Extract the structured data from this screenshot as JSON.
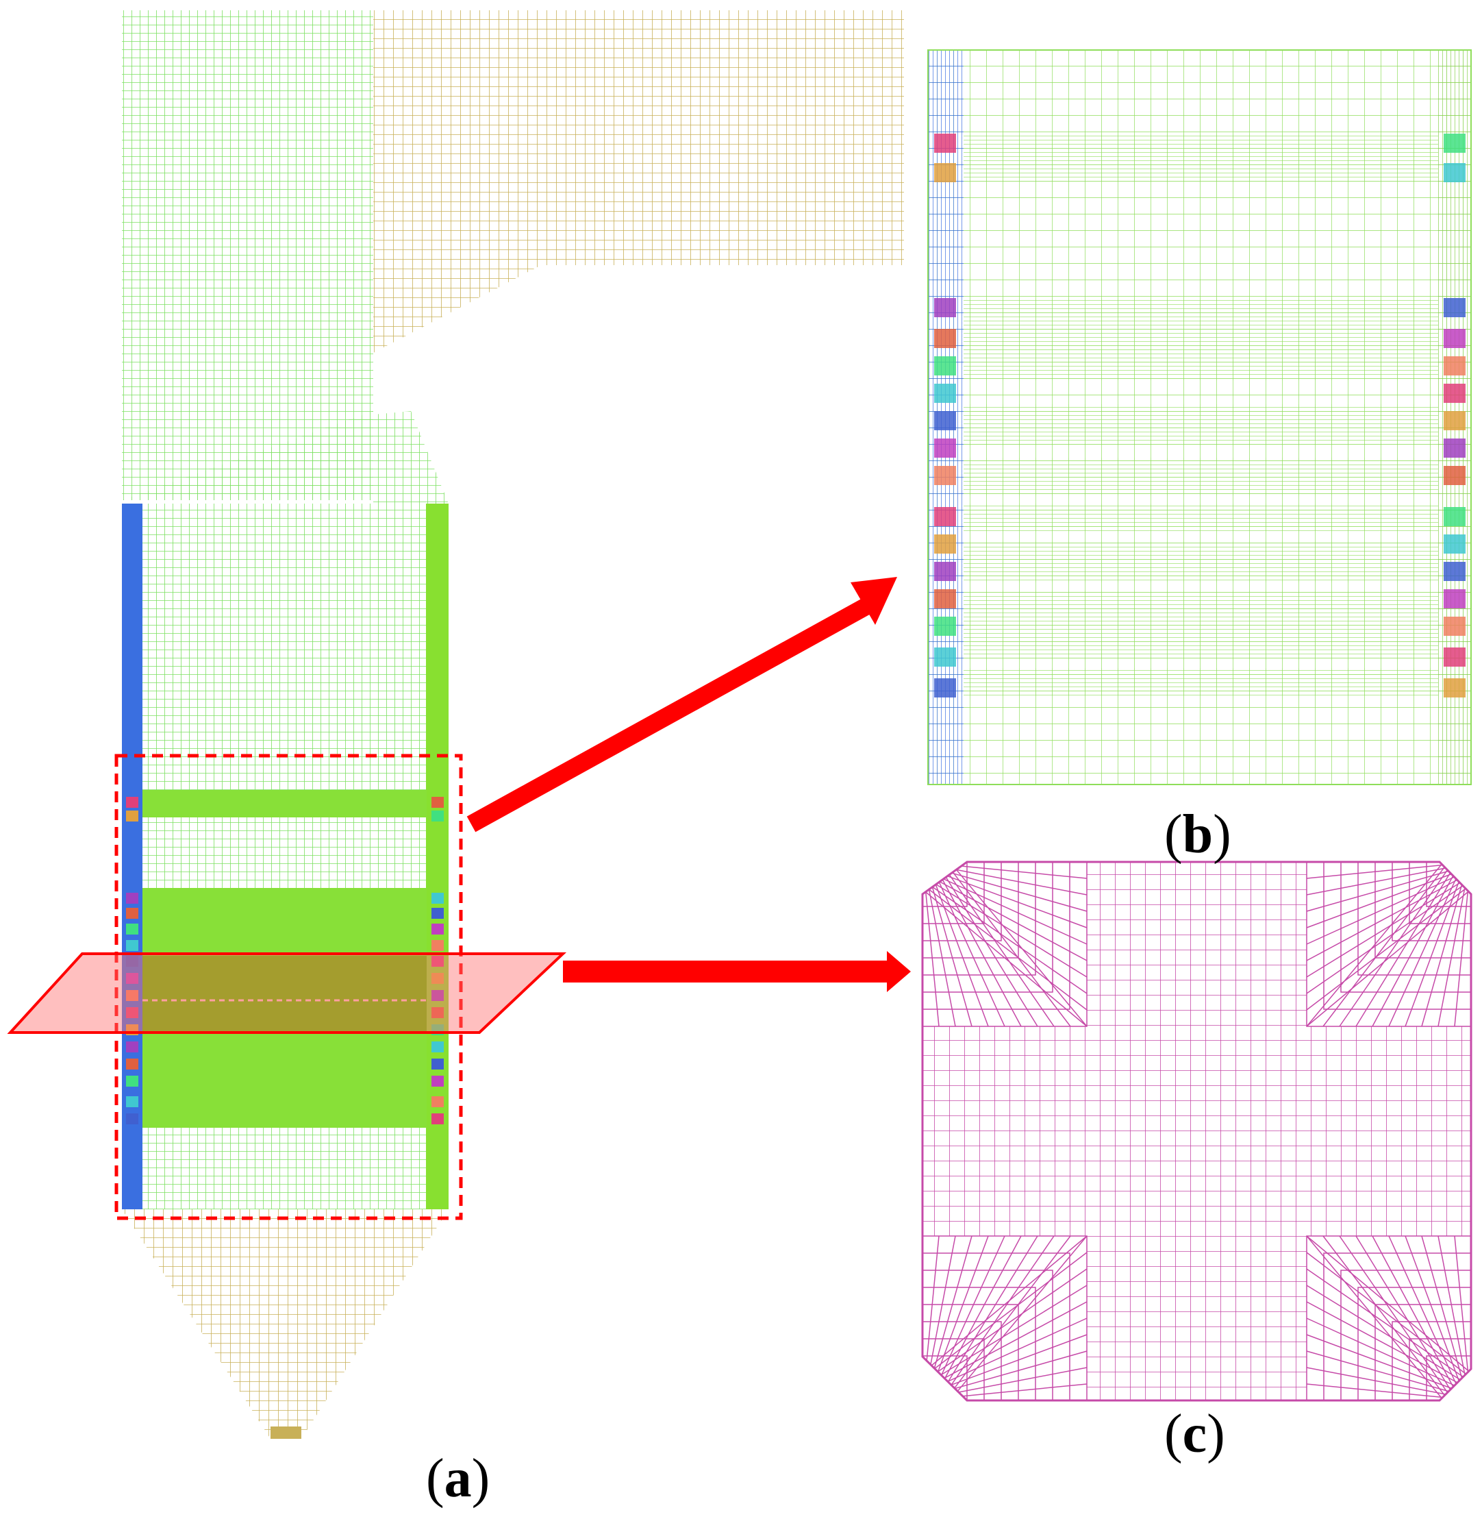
{
  "figure": {
    "panels": [
      {
        "id": "a",
        "letter": "a",
        "open": "(",
        "close": ")",
        "content": "furnace-mesh"
      },
      {
        "id": "b",
        "letter": "b",
        "open": "(",
        "close": ")",
        "content": "burner-zone-mesh"
      },
      {
        "id": "c",
        "letter": "c",
        "open": "(",
        "close": ")",
        "content": "cross-section-mesh"
      }
    ]
  },
  "colors": {
    "mesh_green": "#7be060",
    "mesh_tan": "#c8b058",
    "mesh_magenta": "#c64aa8",
    "wall_blue": "#3a6fe0",
    "wall_green": "#88e030",
    "band_green": "#88e038",
    "arrow_red": "#ff0000",
    "plane_fill": "#ff7070",
    "band_dark": "#a09a28"
  },
  "burner_colors": [
    "#e0407a",
    "#e0a040",
    "#a040c0",
    "#e06040",
    "#40e080",
    "#40c8d0",
    "#4060d0",
    "#c040c0",
    "#f08060"
  ]
}
